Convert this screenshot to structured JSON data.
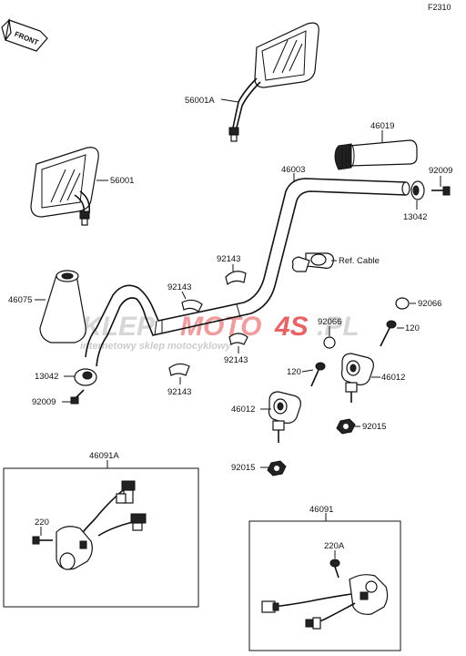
{
  "diagram_code": "F2310",
  "front_label": "FRONT",
  "ref_cable_label": "Ref. Cable",
  "watermark": {
    "brand_a": "SKLEP",
    "brand_b": "MOTO",
    "brand_c": "4S",
    "domain": ".PL",
    "tagline": "internetowy sklep motocyklowy"
  },
  "parts": {
    "mirror_right": "56001A",
    "mirror_left": "56001",
    "grip_right": "46019",
    "weight_bolt_right": "92009",
    "weight_right": "13042",
    "handlebar": "46003",
    "clamp_upper_1": "92143",
    "grip_left": "46075",
    "clamp_upper_2": "92143",
    "cap": "92066",
    "cap_small": "92066",
    "screw_upper": "120",
    "clamp_lower_1": "92143",
    "weight_left": "13042",
    "holder_upper": "46012",
    "screw_mid": "120",
    "clamp_lower_2": "92143",
    "weight_bolt_left": "92009",
    "holder_lower": "46012",
    "nut_upper": "92015",
    "nut_lower": "92015",
    "switch_left": "46091A",
    "screw_switch_left": "220",
    "switch_right": "46091",
    "screw_switch_right": "220A"
  },
  "colors": {
    "line": "#111111",
    "watermark_grey": "#c9c9c9",
    "watermark_red": "#e8474a"
  }
}
